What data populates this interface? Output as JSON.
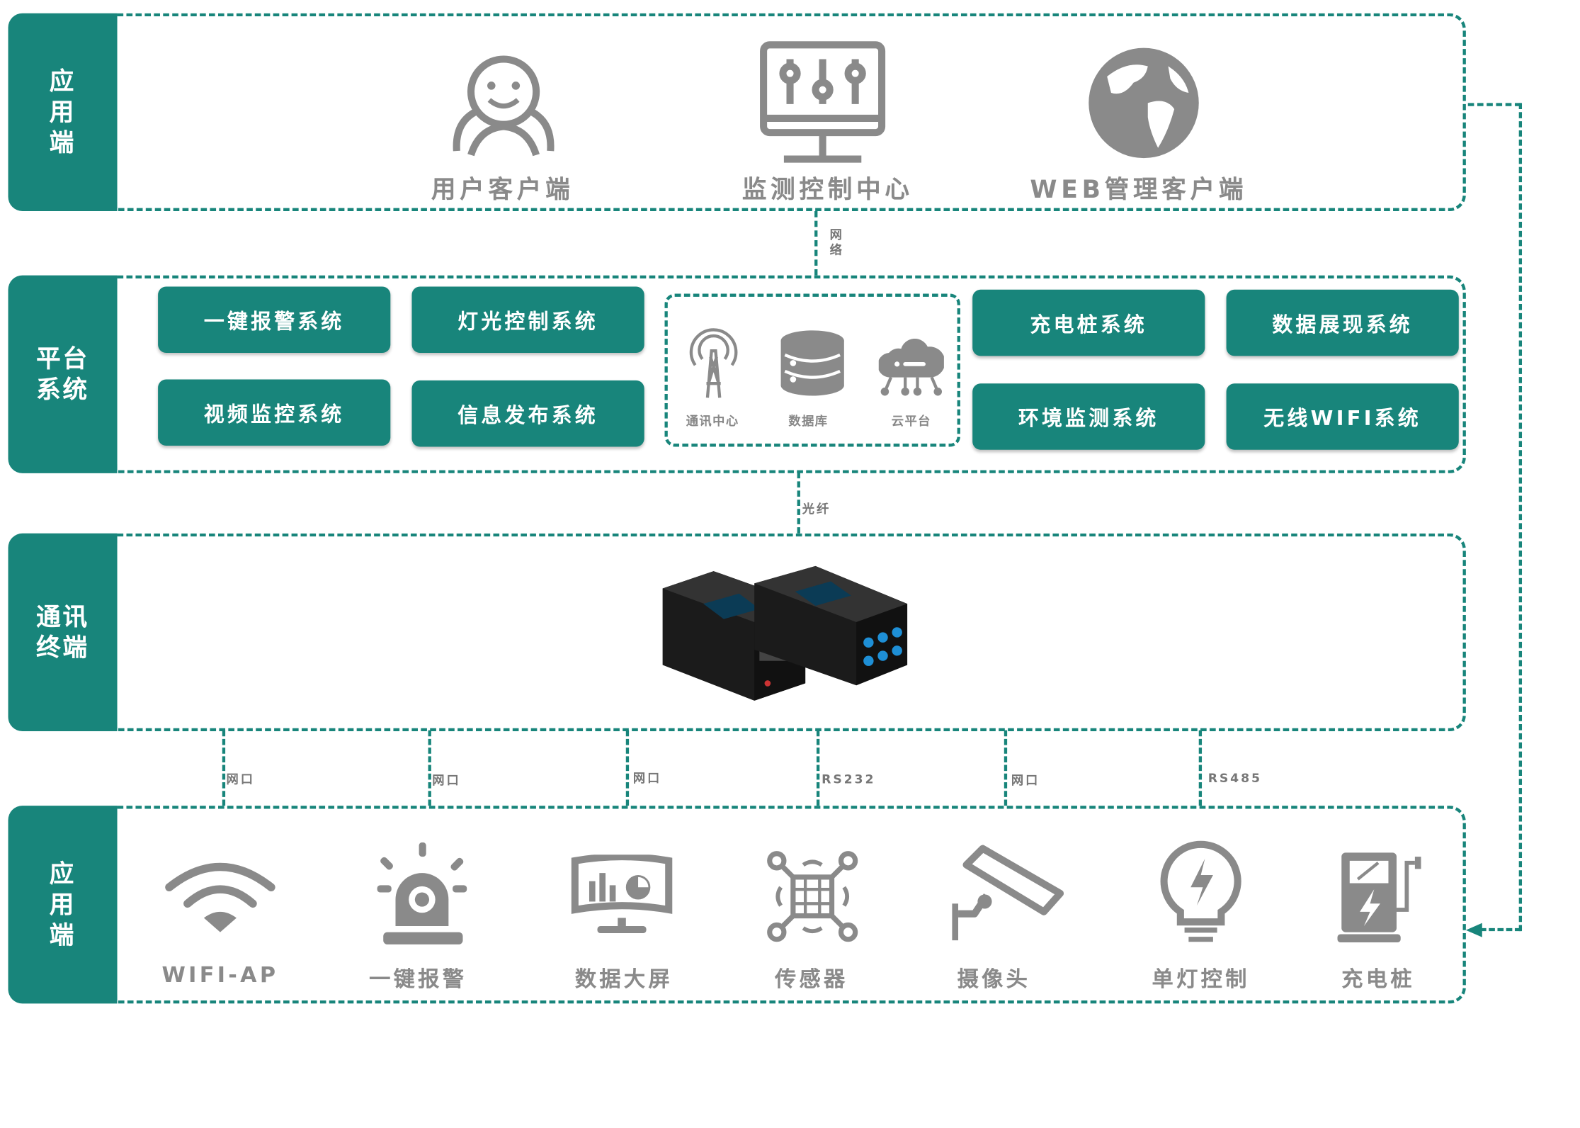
{
  "colors": {
    "teal": "#18857b",
    "gray": "#8a8a8a"
  },
  "tiers": {
    "application": {
      "label": "应\n用\n端",
      "items": [
        "用户客户端",
        "监测控制中心",
        "WEB管理客户端"
      ]
    },
    "platform": {
      "label": "平台\n系统",
      "left_systems": [
        "一键报警系统",
        "灯光控制系统",
        "视频监控系统",
        "信息发布系统"
      ],
      "center": [
        "通讯中心",
        "数据库",
        "云平台"
      ],
      "right_systems": [
        "充电桩系统",
        "数据展现系统",
        "环境监测系统",
        "无线WIFI系统"
      ]
    },
    "communication": {
      "label": "通讯\n终端"
    },
    "device": {
      "label": "应\n用\n端",
      "items": [
        "WIFI-AP",
        "一键报警",
        "数据大屏",
        "传感器",
        "摄像头",
        "单灯控制",
        "充电桩"
      ]
    }
  },
  "links": {
    "network": "网\n络",
    "fiber": "光纤",
    "ports": [
      "网口",
      "网口",
      "网口",
      "RS232",
      "网口",
      "RS485"
    ]
  }
}
